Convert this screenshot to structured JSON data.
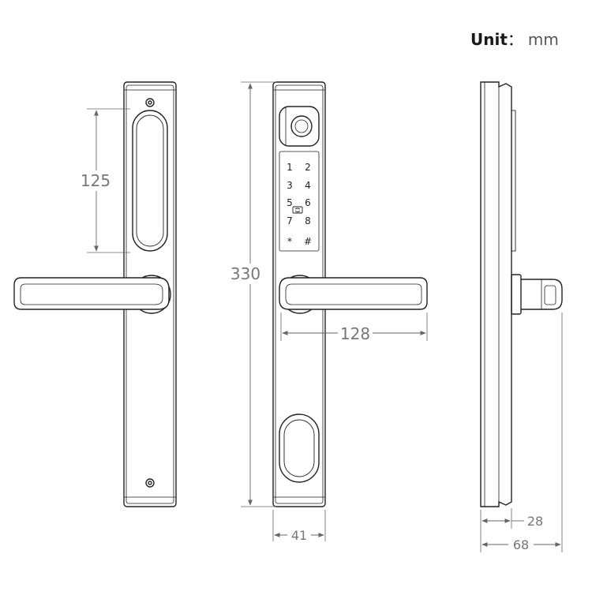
{
  "unit": {
    "word": "Unit",
    "separator": "：",
    "value": "mm"
  },
  "dimensions": {
    "front_height": "330",
    "grip_length": "125",
    "handle_length": "128",
    "body_width": "41",
    "side_width": "28",
    "side_depth": "68"
  },
  "keypad": {
    "keys": [
      "1",
      "2",
      "3",
      "4",
      "5",
      "6",
      "7",
      "8",
      "*",
      "#"
    ]
  },
  "colors": {
    "stroke": "#222222",
    "dimension": "#666666"
  }
}
